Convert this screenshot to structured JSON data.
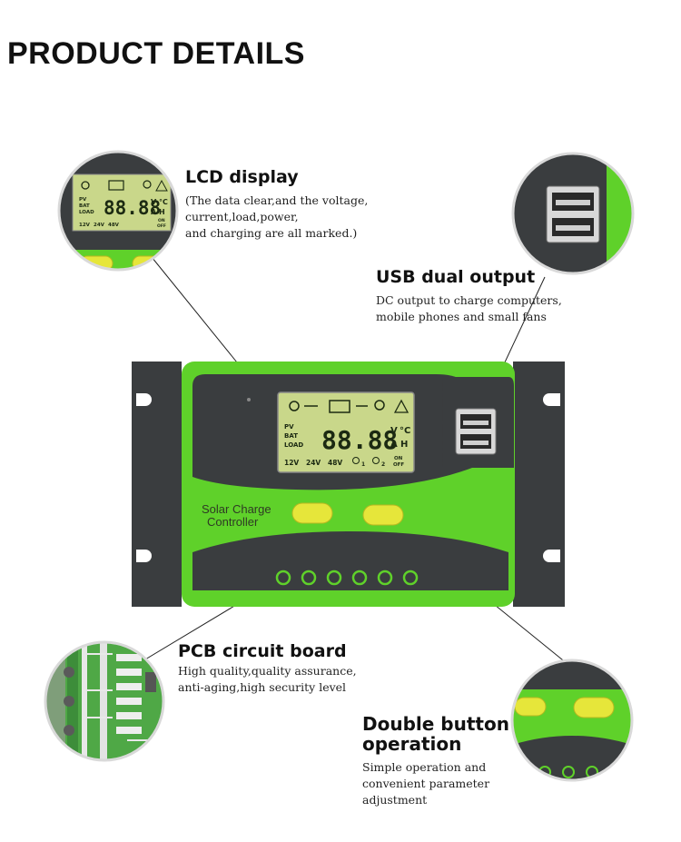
{
  "page": {
    "title": "PRODUCT DETAILS"
  },
  "device": {
    "label_line1": "Solar Charge",
    "label_line2": "Controller",
    "lcd": {
      "rows": [
        "PV",
        "BAT",
        "LOAD"
      ],
      "digits": "88.88",
      "units": [
        "V",
        "°C",
        "A",
        "H"
      ],
      "voltages": [
        "12V",
        "24V",
        "48V"
      ],
      "on_off": [
        "ON",
        "OFF"
      ],
      "timer_marks": [
        "1",
        "2"
      ]
    }
  },
  "features": {
    "lcd": {
      "title": "LCD display",
      "desc": [
        "(The data clear,and the voltage,",
        "current,load,power,",
        "and charging are all marked.)"
      ]
    },
    "usb": {
      "title": "USB dual output",
      "desc": [
        "DC output to charge computers,",
        "mobile phones and small fans"
      ]
    },
    "pcb": {
      "title": "PCB circuit board",
      "desc": [
        "High quality,quality assurance,",
        "anti-aging,high security level"
      ]
    },
    "buttons": {
      "title_line1": "Double button",
      "title_line2": "operation",
      "desc": [
        "Simple operation and",
        "convenient parameter",
        "adjustment"
      ]
    }
  },
  "colors": {
    "green": "#5fd12a",
    "dark_grey": "#3a3d3f",
    "lcd_bg": "#c9d78a",
    "button_yellow": "#e6e63a"
  }
}
